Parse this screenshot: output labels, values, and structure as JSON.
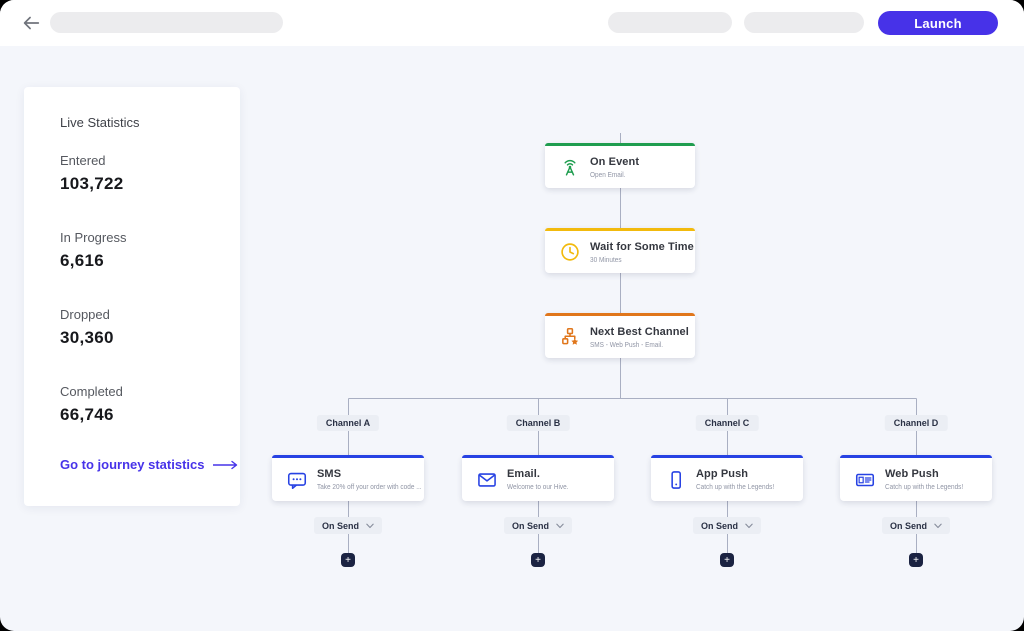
{
  "topbar": {
    "launch_button": "Launch"
  },
  "sidebar": {
    "title": "Live Statistics",
    "stats": [
      {
        "label": "Entered",
        "value": "103,722"
      },
      {
        "label": "In Progress",
        "value": "6,616"
      },
      {
        "label": "Dropped",
        "value": "30,360"
      },
      {
        "label": "Completed",
        "value": "66,746"
      }
    ],
    "journey_link": "Go to journey statistics"
  },
  "flow": {
    "triggers": [
      {
        "title": "On Event",
        "subtitle": "Open Email.",
        "icon": "antenna-icon",
        "accent": "#1F9D4F"
      },
      {
        "title": "Wait for Some Time",
        "subtitle": "30 Minutes",
        "icon": "clock-icon",
        "accent": "#F2BA0D"
      },
      {
        "title": "Next Best Channel",
        "subtitle": "SMS - Web Push - Email.",
        "icon": "hierarchy-star-icon",
        "accent": "#E0761B"
      }
    ],
    "channel_accent": "#2742E3",
    "branches": [
      {
        "label": "Channel A",
        "title": "SMS",
        "subtitle": "Take 20% off your order with code ...",
        "icon": "chat-bubble-icon",
        "action": "On Send",
        "add": "+"
      },
      {
        "label": "Channel B",
        "title": "Email.",
        "subtitle": "Welcome to our Hive.",
        "icon": "envelope-icon",
        "action": "On Send",
        "add": "+"
      },
      {
        "label": "Channel C",
        "title": "App Push",
        "subtitle": "Catch up with the Legends!",
        "icon": "smartphone-icon",
        "action": "On Send",
        "add": "+"
      },
      {
        "label": "Channel D",
        "title": "Web Push",
        "subtitle": "Catch up with the Legends!",
        "icon": "browser-icon",
        "action": "On Send",
        "add": "+"
      }
    ]
  },
  "colors": {
    "launch_button": "#4732E8",
    "link": "#4733E9",
    "connector": "#A9AFC2",
    "plus_button_bg": "#1B2342",
    "canvas_bg": "#F4F6FB"
  }
}
